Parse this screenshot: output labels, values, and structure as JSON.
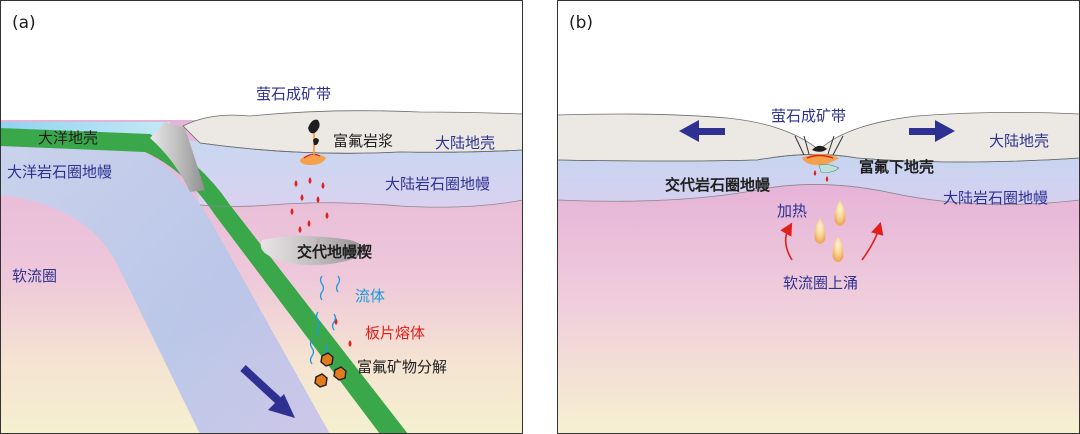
{
  "panel_a": {
    "tag": "(a)",
    "labels": {
      "oceanic_crust": "大洋地壳",
      "oceanic_lithosphere_mantle": "大洋岩石圈地幔",
      "asthenosphere": "软流圈",
      "fluorite_belt": "萤石成矿带",
      "fluorine_rich_magma": "富氟岩浆",
      "continental_crust": "大陆地壳",
      "continental_lithosphere_mantle": "大陆岩石圈地幔",
      "metasomatized_wedge": "交代地幔楔",
      "fluid": "流体",
      "slab_melt": "板片熔体",
      "mineral_decomposition": "富氟矿物分解"
    }
  },
  "panel_b": {
    "tag": "(b)",
    "labels": {
      "fluorite_belt": "萤石成矿带",
      "continental_crust": "大陆地壳",
      "fluorine_rich_lower_crust": "富氟下地壳",
      "metasomatized_lithosphere_mantle": "交代岩石圈地幔",
      "continental_lithosphere_mantle": "大陆岩石圈地幔",
      "heating": "加热",
      "asthenosphere_upwelling": "软流圈上涌"
    }
  },
  "colors": {
    "navy_text": "#2e3192",
    "blue_text": "#1c9ad6",
    "red_text": "#e0201b",
    "oceanic_crust_green": "#3aa84a",
    "sea_blue": "#a8dcef",
    "crust_fill": "#ece9e4",
    "arrow_navy": "#2e3192"
  }
}
